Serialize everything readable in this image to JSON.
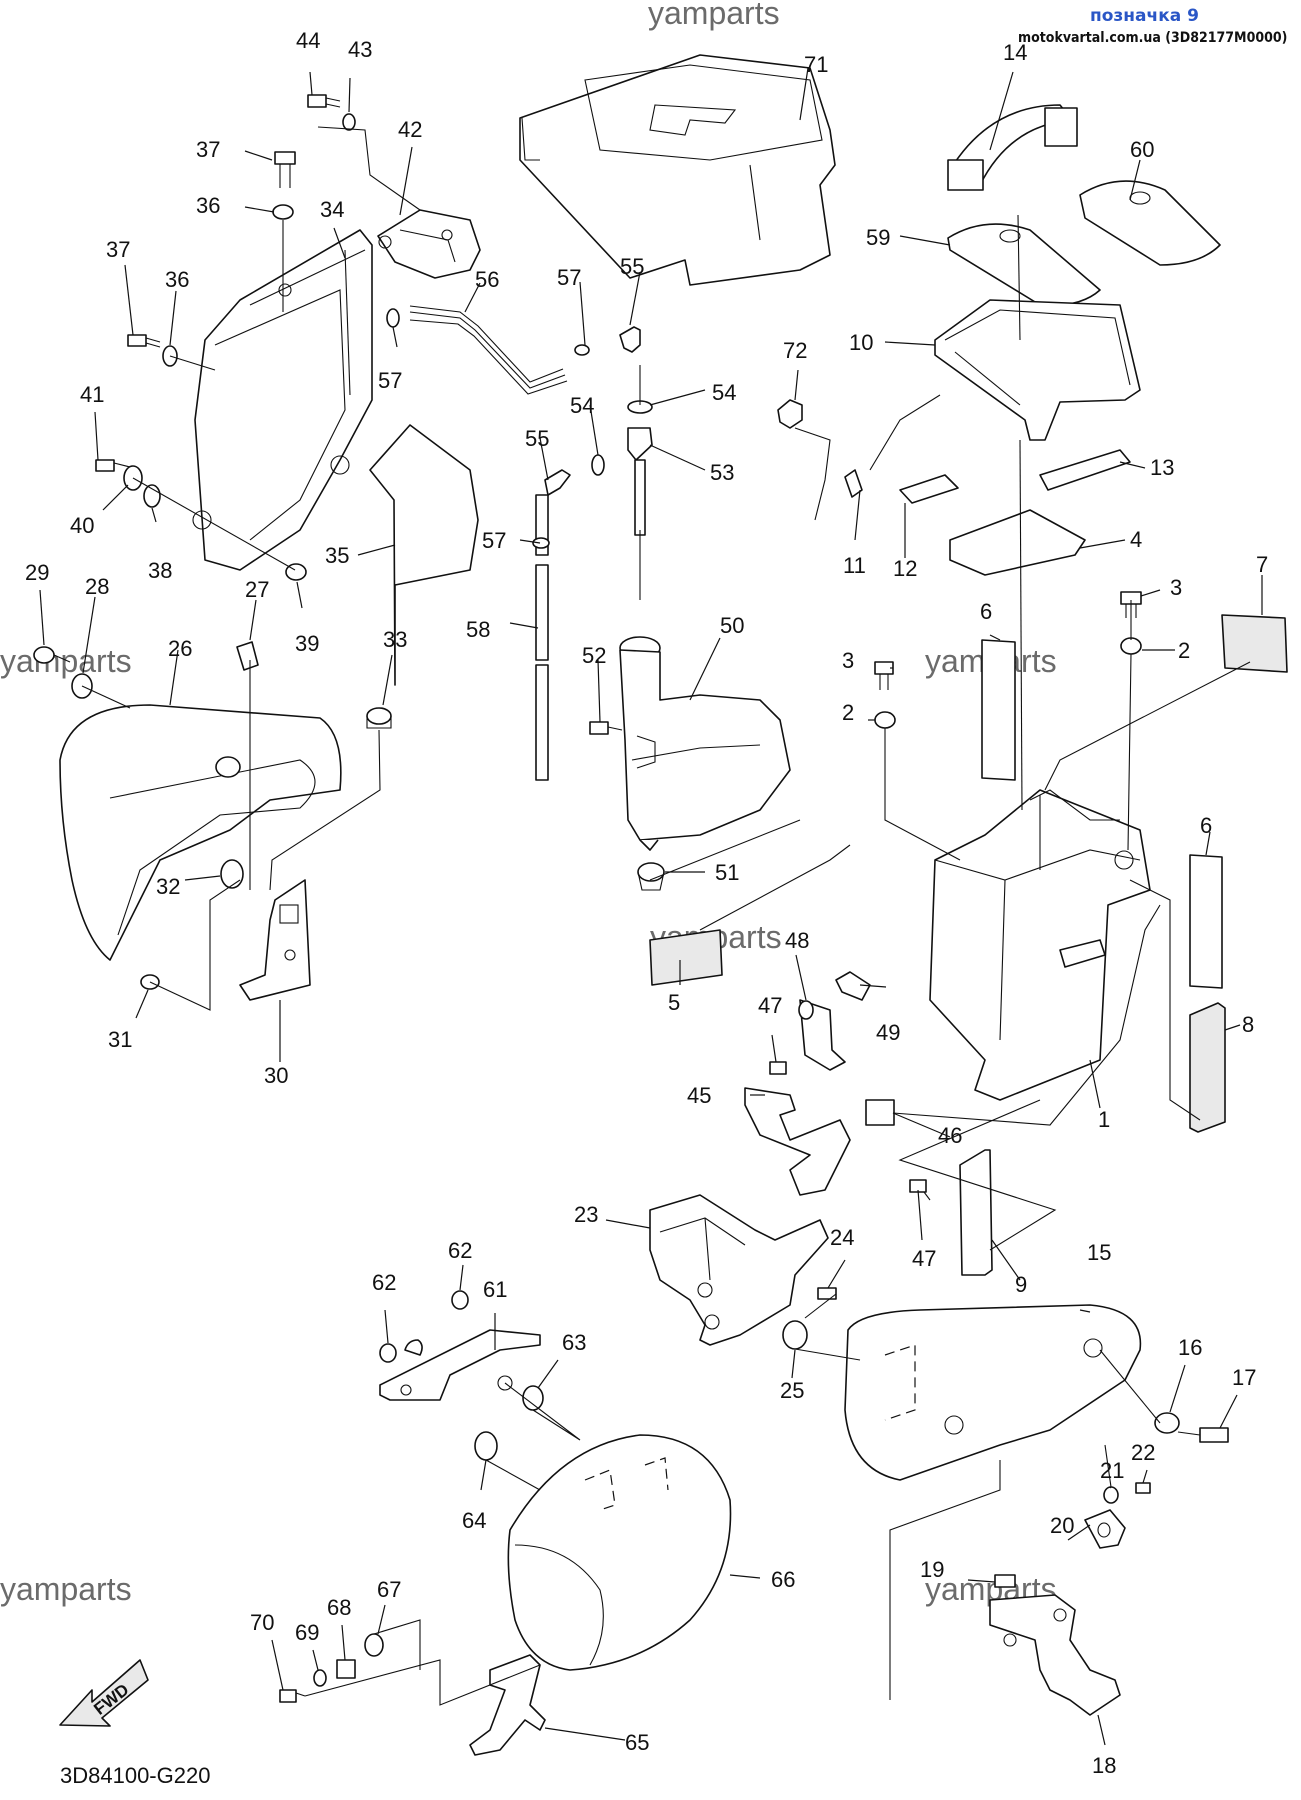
{
  "header": {
    "title": "позначка 9",
    "subtitle": "motokvartal.com.ua (3D82177M0000)"
  },
  "watermark": "yamparts",
  "diagram_code": "3D84100-G220",
  "fwd_label": "FWD",
  "callouts": [
    "44",
    "43",
    "42",
    "37",
    "36",
    "34",
    "37",
    "36",
    "41",
    "40",
    "38",
    "39",
    "35",
    "29",
    "28",
    "27",
    "26",
    "33",
    "32",
    "31",
    "30",
    "71",
    "57",
    "55",
    "56",
    "57",
    "54",
    "55",
    "54",
    "53",
    "57",
    "58",
    "52",
    "50",
    "51",
    "5",
    "48",
    "47",
    "49",
    "45",
    "46",
    "47",
    "72",
    "14",
    "60",
    "59",
    "10",
    "13",
    "11",
    "12",
    "4",
    "3",
    "2",
    "7",
    "6",
    "3",
    "2",
    "6",
    "8",
    "1",
    "9",
    "23",
    "24",
    "25",
    "62",
    "62",
    "61",
    "63",
    "64",
    "66",
    "15",
    "16",
    "17",
    "22",
    "21",
    "20",
    "19",
    "18",
    "65",
    "67",
    "68",
    "69",
    "70"
  ]
}
